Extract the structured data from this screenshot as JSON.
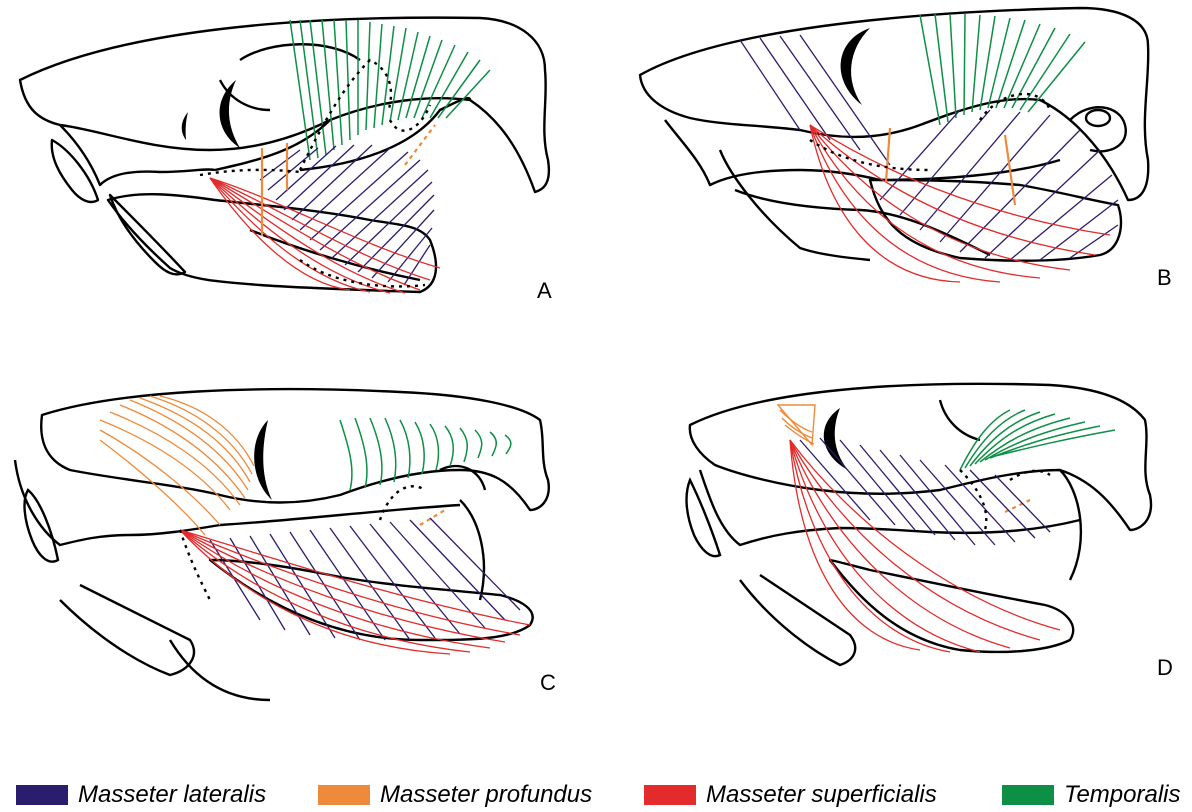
{
  "panels": [
    {
      "letter": "A"
    },
    {
      "letter": "B"
    },
    {
      "letter": "C"
    },
    {
      "letter": "D"
    }
  ],
  "colors": {
    "lateralis": "#2b1d6e",
    "profundus": "#ee8a3a",
    "superficialis": "#e32b2b",
    "temporalis": "#0d8f45",
    "outline": "#000000"
  },
  "legend": [
    {
      "label": "Masseter lateralis",
      "color": "#2b1d6e"
    },
    {
      "label": "Masseter profundus",
      "color": "#ee8a3a"
    },
    {
      "label": "Masseter superficialis",
      "color": "#e32b2b"
    },
    {
      "label": "Temporalis",
      "color": "#0d8f45"
    }
  ]
}
